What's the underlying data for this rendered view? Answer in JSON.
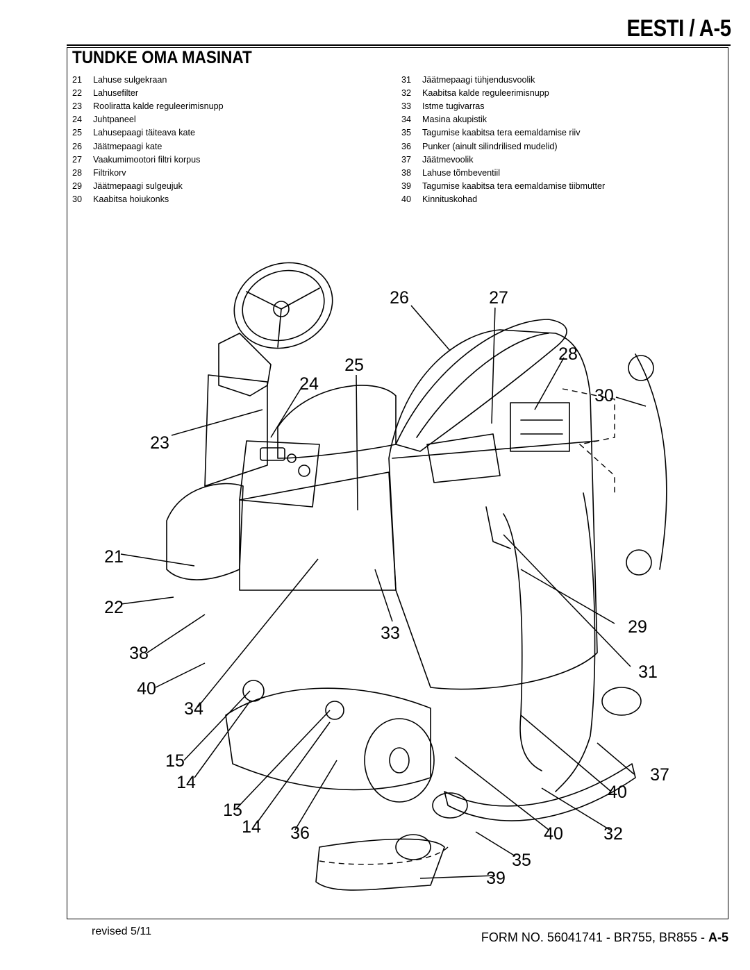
{
  "header": {
    "title": "EESTI / A-5"
  },
  "section": {
    "title": "TUNDKE OMA MASINAT"
  },
  "legend_left": [
    {
      "num": "21",
      "label": "Lahuse sulgekraan"
    },
    {
      "num": "22",
      "label": "Lahusefilter"
    },
    {
      "num": "23",
      "label": "Rooliratta kalde reguleerimisnupp"
    },
    {
      "num": "24",
      "label": "Juhtpaneel"
    },
    {
      "num": "25",
      "label": "Lahusepaagi täiteava kate"
    },
    {
      "num": "26",
      "label": "Jäätmepaagi kate"
    },
    {
      "num": "27",
      "label": "Vaakumimootori filtri korpus"
    },
    {
      "num": "28",
      "label": "Filtrikorv"
    },
    {
      "num": "29",
      "label": "Jäätmepaagi sulgeujuk"
    },
    {
      "num": "30",
      "label": "Kaabitsa hoiukonks"
    }
  ],
  "legend_right": [
    {
      "num": "31",
      "label": "Jäätmepaagi tühjendusvoolik"
    },
    {
      "num": "32",
      "label": "Kaabitsa kalde reguleerimisnupp"
    },
    {
      "num": "33",
      "label": "Istme tugivarras"
    },
    {
      "num": "34",
      "label": "Masina akupistik"
    },
    {
      "num": "35",
      "label": "Tagumise kaabitsa tera eemaldamise riiv"
    },
    {
      "num": "36",
      "label": "Punker (ainult silindrilised mudelid)"
    },
    {
      "num": "37",
      "label": "Jäätmevoolik"
    },
    {
      "num": "38",
      "label": "Lahuse tõmbeventiil"
    },
    {
      "num": "39",
      "label": "Tagumise kaabitsa tera eemaldamise tiibmutter"
    },
    {
      "num": "40",
      "label": "Kinnituskohad"
    }
  ],
  "callouts": [
    "26",
    "27",
    "28",
    "25",
    "24",
    "30",
    "23",
    "21",
    "22",
    "33",
    "29",
    "38",
    "31",
    "40",
    "34",
    "15",
    "37",
    "14",
    "40",
    "15",
    "14",
    "36",
    "40",
    "32",
    "35",
    "39"
  ],
  "footer": {
    "revised": "revised 5/11",
    "form_prefix": "FORM NO. 56041741 - BR755, BR855 - ",
    "form_page": "A-5"
  }
}
